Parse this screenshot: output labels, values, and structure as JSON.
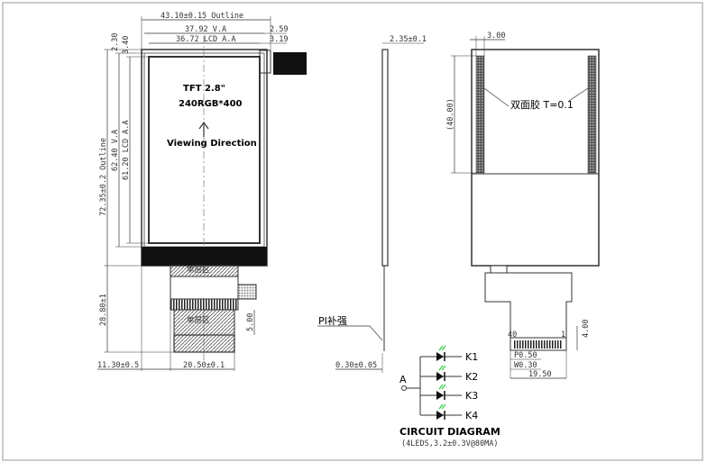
{
  "front_view": {
    "outline_width": "43.10±0.15 Outline",
    "va_width": "37.92 V.A",
    "lcd_aa_width": "36.72 LCD A.A",
    "right_offset_1": "2.59",
    "right_offset_2": "3.19",
    "top_offset_1": "2.30",
    "top_offset_2": "3.40",
    "outline_height": "72.35±0.2 Outline",
    "va_height": "62.40 V.A",
    "aa_height": "61.20 LCD A.A",
    "fpc_length": "28.80±1",
    "fpc_step": "5.00",
    "left_offset": "11.30±0.5",
    "fpc_width": "20.50±0.1",
    "panel_line1": "TFT 2.8\"",
    "panel_line2": "240RGB*400",
    "viewing_direction": "Viewing Direction",
    "single_layer_1": "单层区",
    "single_layer_2": "单层区"
  },
  "side_view": {
    "thickness": "2.35±0.1",
    "pi_label": "PI补强",
    "fpc_thickness": "0.30±0.05"
  },
  "back_view": {
    "tape_offset": "3.00",
    "tape_height": "(40.00)",
    "tape_label": "双面胶 T=0.1",
    "fpc_dim": "4.00",
    "pin_first": "40",
    "pin_last": "1",
    "pitch": "P0.50",
    "pin_width": "W0.30",
    "total_width": "19.50"
  },
  "circuit": {
    "anode": "A",
    "leds": [
      "K1",
      "K2",
      "K3",
      "K4"
    ],
    "title": "CIRCUIT DIAGRAM",
    "subtitle": "(4LEDS,3.2±0.3V@80MA)"
  },
  "colors": {
    "line": "#333333",
    "fill_dark": "#111111",
    "led_green": "#2ecc40"
  }
}
